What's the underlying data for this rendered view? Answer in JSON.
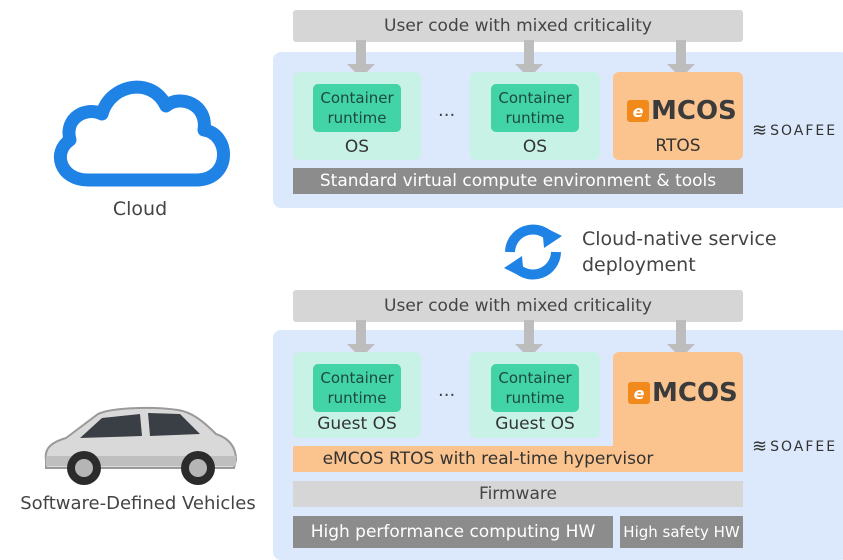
{
  "top": {
    "user_code": "User code with mixed criticality",
    "container_label": "Container runtime",
    "os_label": "OS",
    "rtos_label": "RTOS",
    "logo_text": "MCOS",
    "logo_mark": "e",
    "dots": "...",
    "bottom_bar": "Standard virtual compute environment & tools",
    "soafee": "SOAFEE",
    "side_label": "Cloud"
  },
  "middle": {
    "deploy_line1": "Cloud-native service",
    "deploy_line2": "deployment"
  },
  "bottom": {
    "user_code": "User code with mixed criticality",
    "container_label": "Container runtime",
    "os_label": "Guest OS",
    "logo_text": "MCOS",
    "logo_mark": "e",
    "dots": "...",
    "hypervisor_bar": "eMCOS RTOS with real-time hypervisor",
    "firmware_bar": "Firmware",
    "hpc_bar": "High performance computing HW",
    "safety_bar": "High safety HW",
    "soafee": "SOAFEE",
    "side_label": "Software-Defined Vehicles"
  },
  "colors": {
    "panel": "#dce8fb",
    "container": "#42d3a6",
    "os_box": "#c9f2e6",
    "rtos": "#fbc48e",
    "cloud_icon": "#1f83e6",
    "sync_icon": "#1f83e6"
  },
  "icons": [
    "cloud-icon",
    "sync-icon",
    "car-image",
    "soafee-logo",
    "emcos-logo",
    "arrow-down-icon"
  ]
}
